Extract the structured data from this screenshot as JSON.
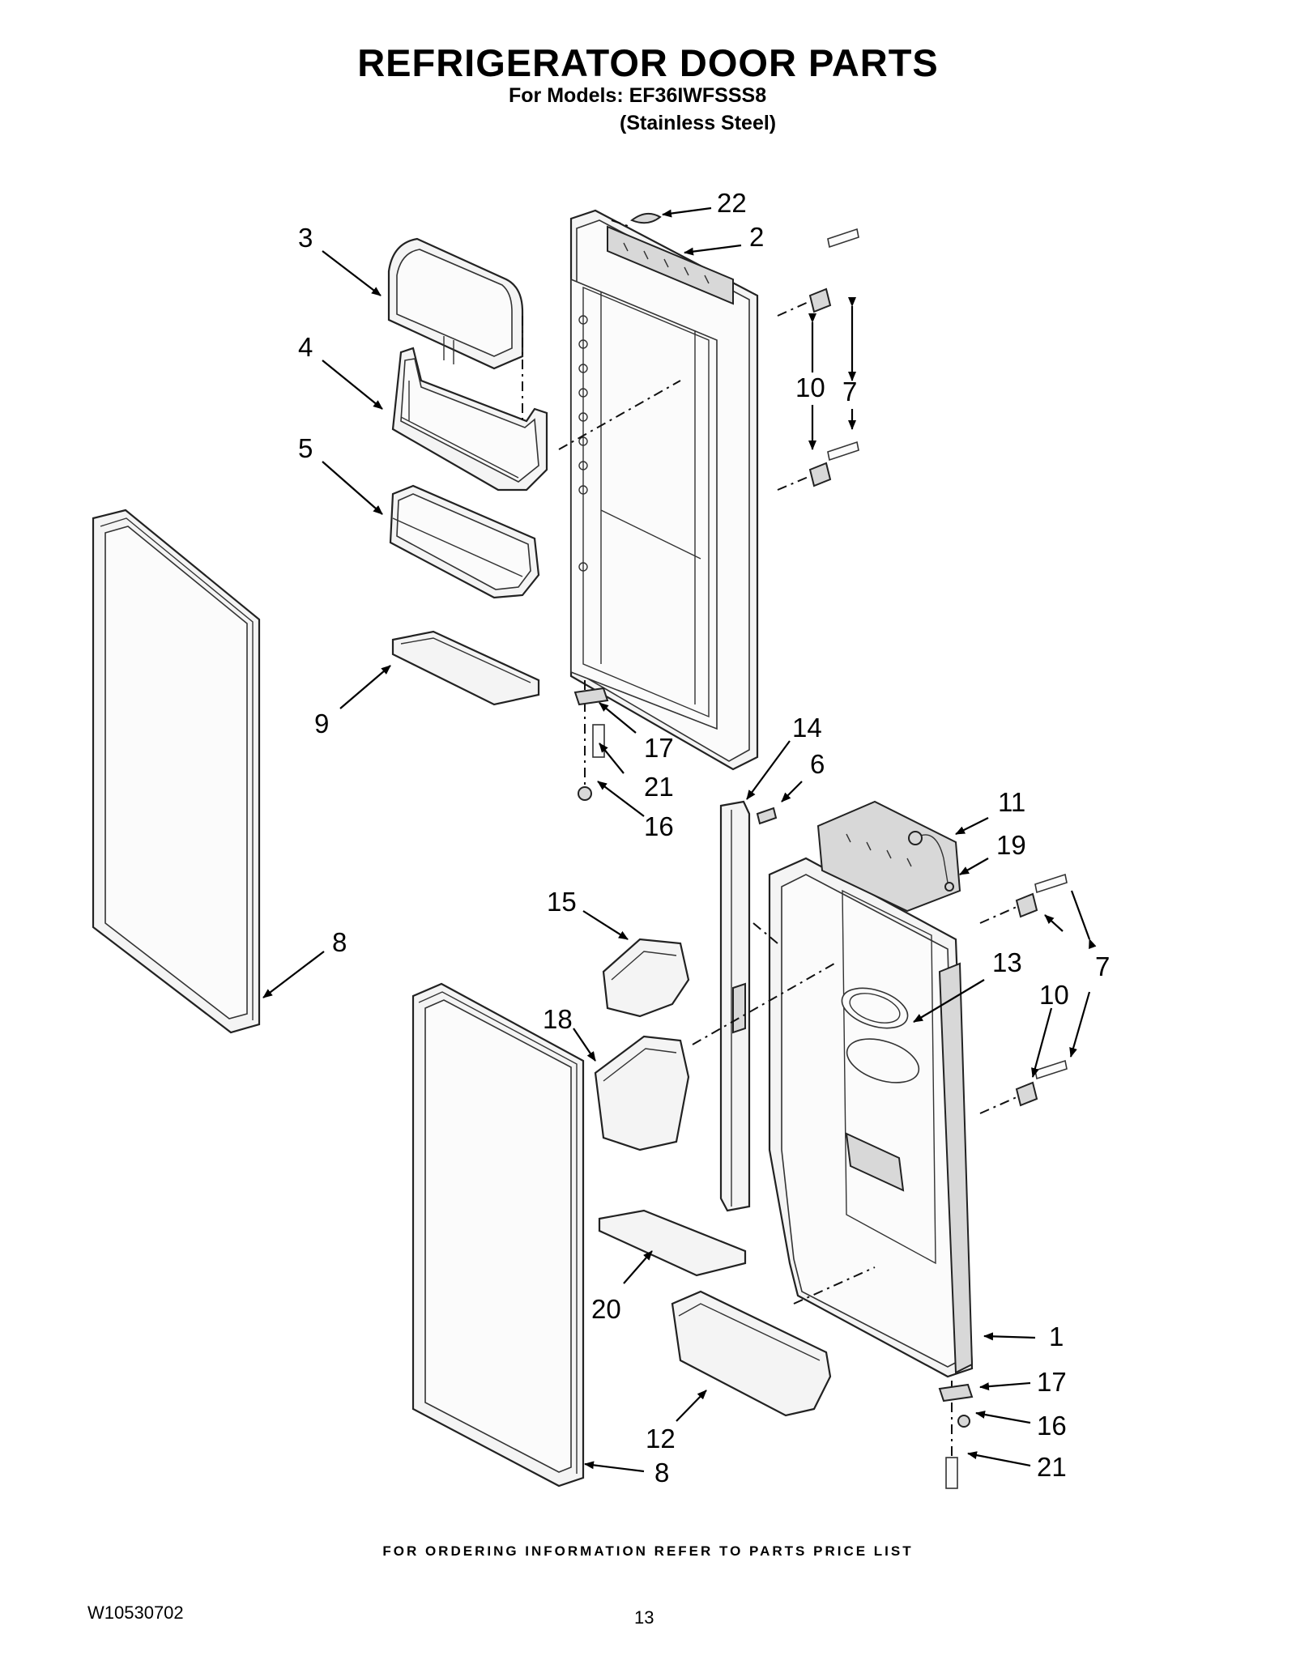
{
  "header": {
    "title": "REFRIGERATOR DOOR PARTS",
    "models_line": "For Models: EF36IWFSSS8",
    "finish_line": "(Stainless Steel)"
  },
  "footer": {
    "ordering_note": "FOR ORDERING INFORMATION REFER TO PARTS PRICE LIST",
    "document_number": "W10530702",
    "page_number": "13"
  },
  "callouts": {
    "c22": "22",
    "c2": "2",
    "c3": "3",
    "c4": "4",
    "c5": "5",
    "c7a": "7",
    "c10a": "10",
    "c9": "9",
    "c8a": "8",
    "c17a": "17",
    "c21a": "21",
    "c16a": "16",
    "c14": "14",
    "c6": "6",
    "c11": "11",
    "c19": "19",
    "c15": "15",
    "c13": "13",
    "c7b": "7",
    "c10b": "10",
    "c18": "18",
    "c20": "20",
    "c1": "1",
    "c17b": "17",
    "c16b": "16",
    "c21b": "21",
    "c12": "12",
    "c8b": "8"
  }
}
